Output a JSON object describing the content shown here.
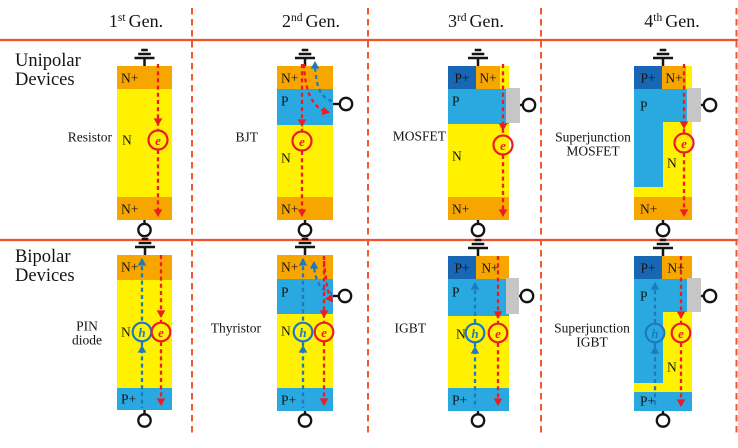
{
  "figure": {
    "generations": [
      {
        "number": "1",
        "ordinal": "st",
        "word": "Gen."
      },
      {
        "number": "2",
        "ordinal": "nd",
        "word": "Gen."
      },
      {
        "number": "3",
        "ordinal": "rd",
        "word": "Gen."
      },
      {
        "number": "4",
        "ordinal": "th",
        "word": "Gen."
      }
    ],
    "row_labels": [
      {
        "line1": "Unipolar",
        "line2": "Devices"
      },
      {
        "line1": "Bipolar",
        "line2": "Devices"
      }
    ]
  },
  "carriers": {
    "electron": "e",
    "hole": "h"
  },
  "colors": {
    "n_drift_yellow": "#FFF100",
    "n_plus_orange": "#F7A600",
    "p_region_blue": "#2AA9E0",
    "p_plus_dark_blue": "#1767B5",
    "gate_gray": "#C6C6C6",
    "divider_orange": "#EE5226",
    "electron_red": "#EC1B24",
    "hole_blue": "#1E79C0"
  },
  "devices": {
    "resistor": {
      "name": "Resistor",
      "regions": {
        "top": "N+",
        "drift": "N",
        "bottom": "N+"
      }
    },
    "bjt": {
      "name": "BJT",
      "regions": {
        "top": "N+",
        "base": "P",
        "drift": "N",
        "bottom": "N+"
      }
    },
    "mosfet": {
      "name": "MOSFET",
      "regions": {
        "p_plus": "P+",
        "source": "N+",
        "body": "P",
        "drift": "N",
        "bottom": "N+"
      }
    },
    "sj_mosfet": {
      "name_line1": "Superjunction",
      "name_line2": "MOSFET",
      "regions": {
        "p_plus": "P+",
        "source": "N+",
        "body": "P",
        "drift": "N",
        "bottom": "N+"
      }
    },
    "pin_diode": {
      "name_line1": "PIN",
      "name_line2": "diode",
      "regions": {
        "top": "N+",
        "drift": "N",
        "bottom": "P+"
      }
    },
    "thyristor": {
      "name": "Thyristor",
      "regions": {
        "top": "N+",
        "p_base": "P",
        "drift": "N",
        "bottom": "P+"
      }
    },
    "igbt": {
      "name": "IGBT",
      "regions": {
        "p_plus": "P+",
        "source": "N+",
        "body": "P",
        "drift": "N",
        "bottom": "P+"
      }
    },
    "sj_igbt": {
      "name_line1": "Superjunction",
      "name_line2": "IGBT",
      "regions": {
        "p_plus": "P+",
        "source": "N+",
        "body": "P",
        "drift": "N",
        "bottom": "P+"
      }
    }
  }
}
